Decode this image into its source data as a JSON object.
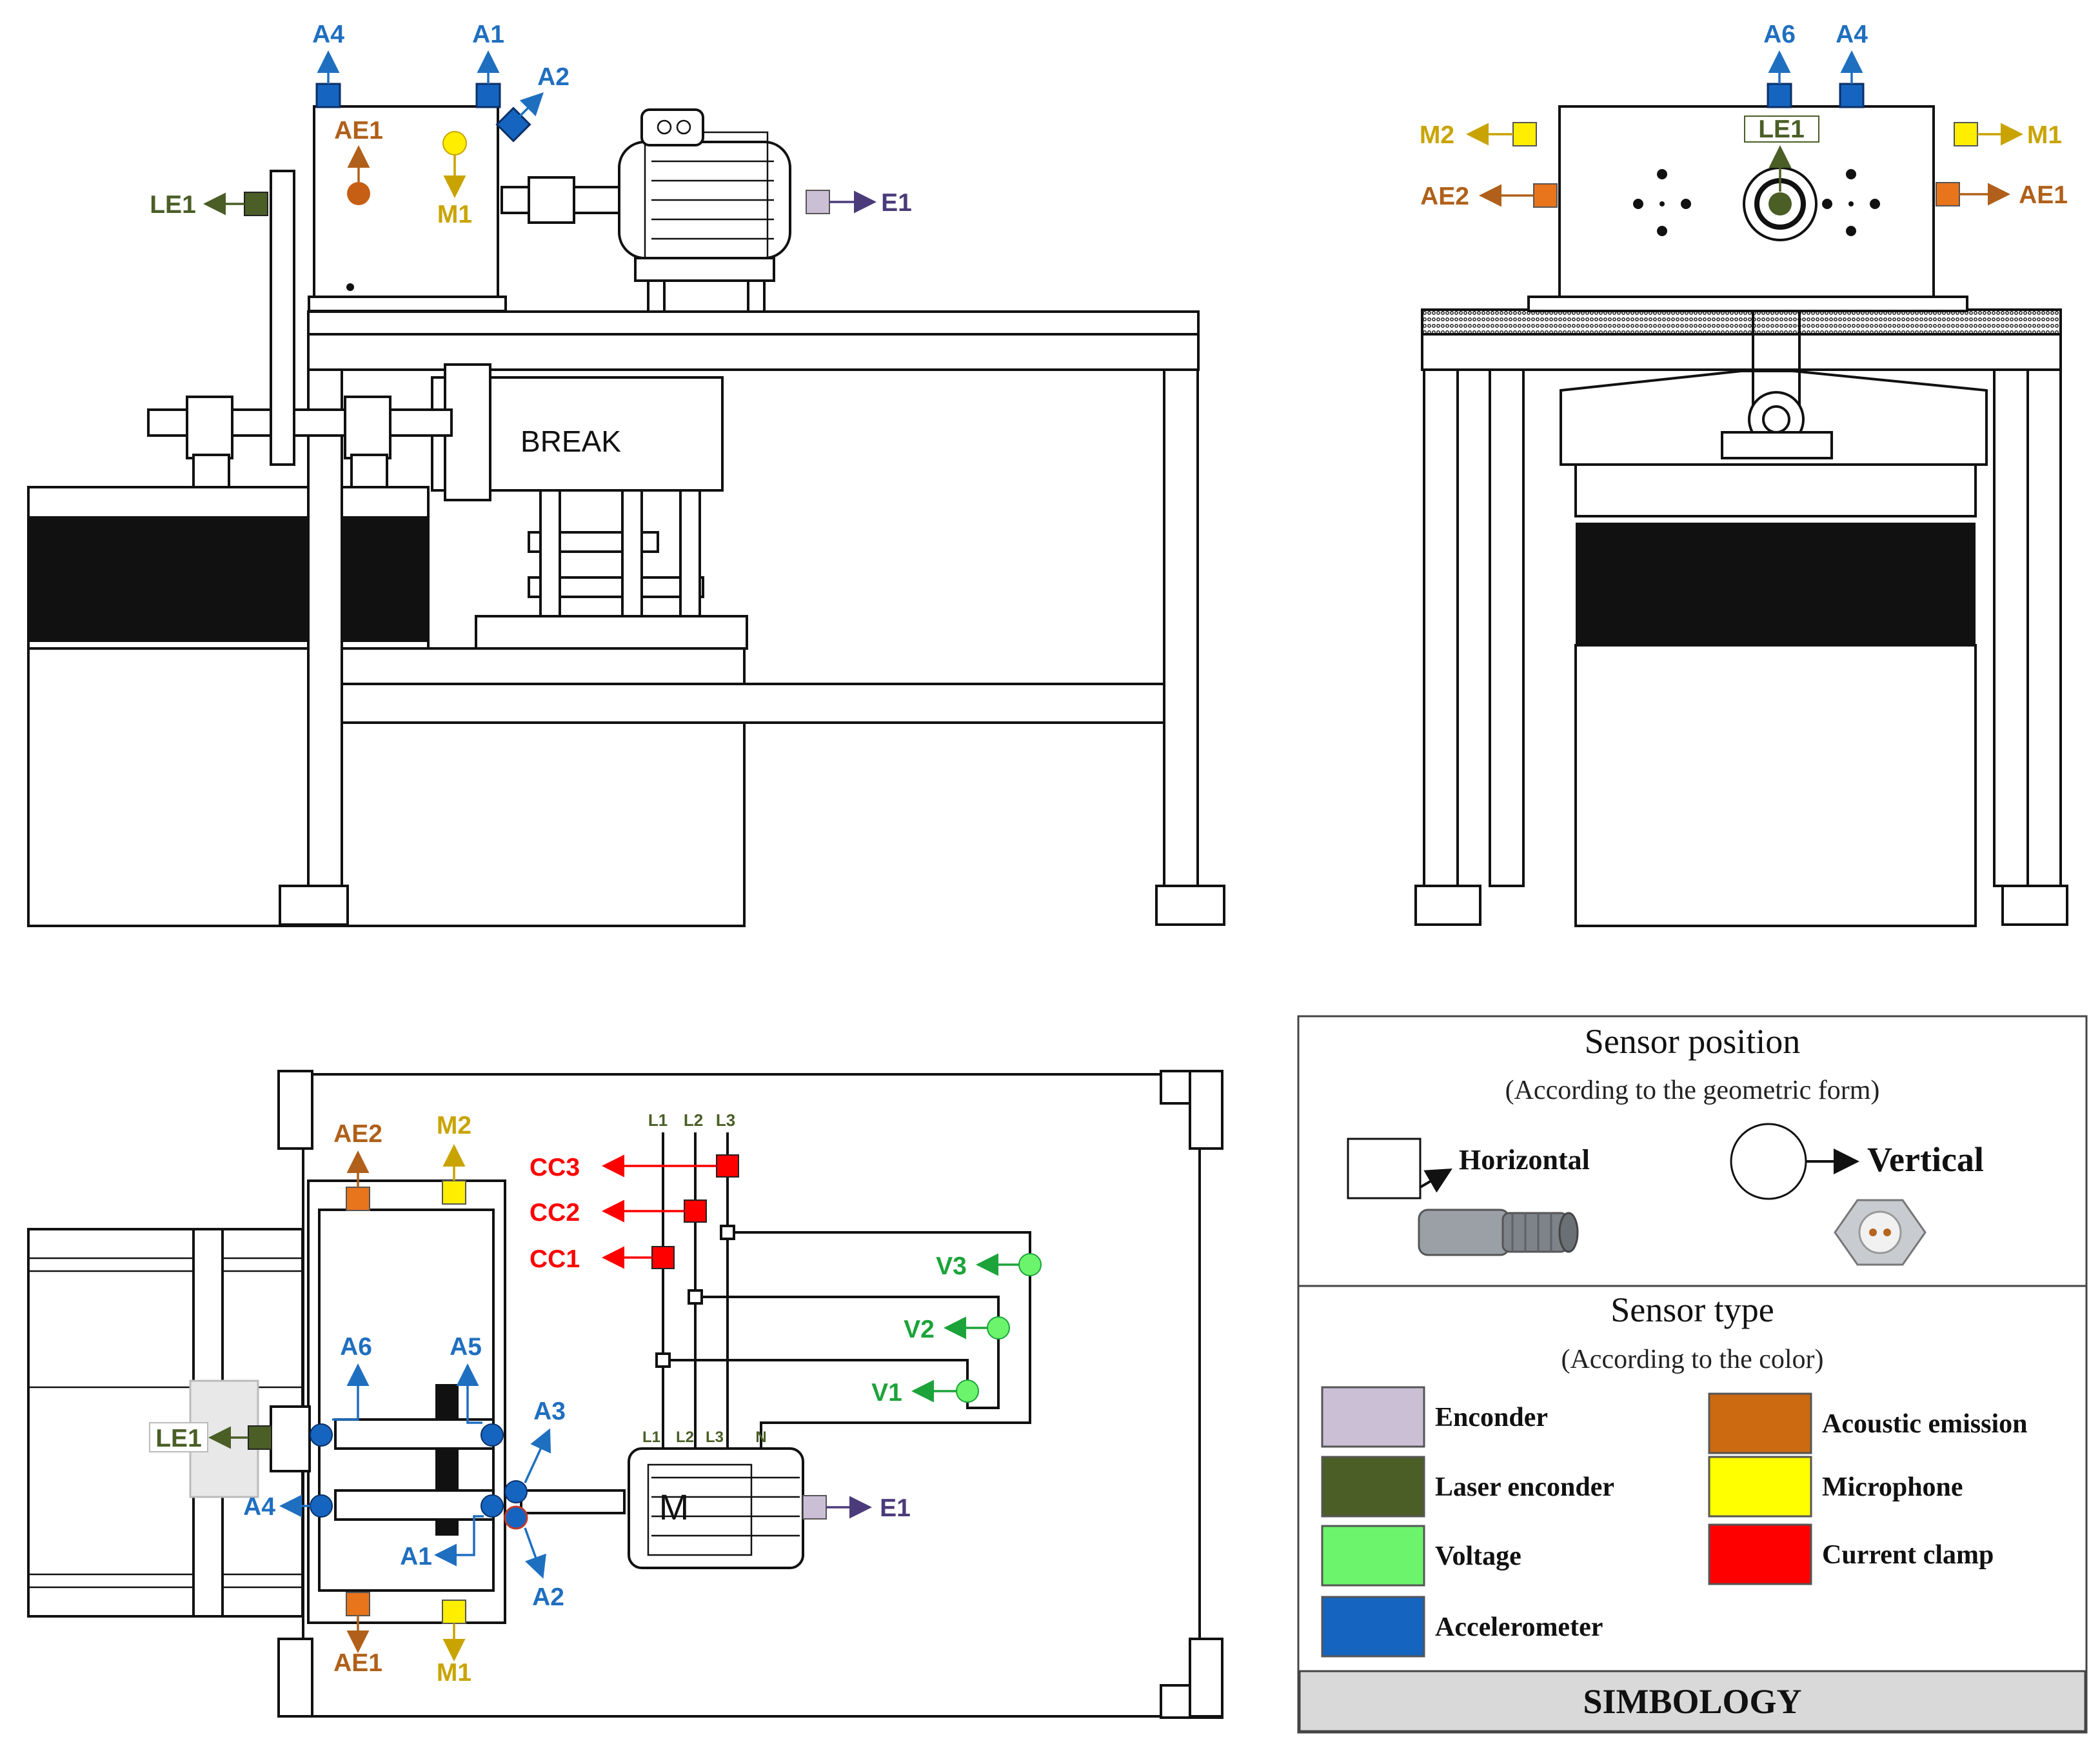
{
  "colors": {
    "accelerometer": "#1565c0",
    "acoustic_emission": "#d86a12",
    "microphone": "#ffee00",
    "laser_encoder": "#4a5e26",
    "encoder": "#cbbfd6",
    "voltage": "#6cf56c",
    "current_clamp": "#ff0000",
    "label_blue": "#1f6fc0",
    "label_brown": "#b0601a",
    "label_gold": "#c9a400",
    "label_green": "#4a5e26",
    "label_purple": "#4b3b7a",
    "label_red": "#ff0000",
    "label_vgreen": "#1ca33a"
  },
  "side_view": {
    "brake_label": "BREAK",
    "sensors": {
      "a4": "A4",
      "a1": "A1",
      "a2": "A2",
      "ae1": "AE1",
      "m1": "M1",
      "le1": "LE1",
      "e1": "E1"
    }
  },
  "front_view": {
    "sensors": {
      "a6": "A6",
      "a4": "A4",
      "m2": "M2",
      "m1": "M1",
      "ae2": "AE2",
      "ae1": "AE1",
      "le1": "LE1"
    }
  },
  "top_view": {
    "sensors": {
      "ae2": "AE2",
      "m2": "M2",
      "ae1": "AE1",
      "m1": "M1",
      "a6": "A6",
      "a5": "A5",
      "a3": "A3",
      "a4": "A4",
      "a1": "A1",
      "a2": "A2",
      "le1": "LE1",
      "e1": "E1",
      "cc1": "CC1",
      "cc2": "CC2",
      "cc3": "CC3",
      "v1": "V1",
      "v2": "V2",
      "v3": "V3"
    },
    "lines_top": [
      "L1",
      "L2",
      "L3"
    ],
    "lines_bottom": [
      "L1",
      "L2",
      "L3",
      "N"
    ],
    "motor_label": "M"
  },
  "legend": {
    "position_title": "Sensor position",
    "position_subtitle": "(According to the geometric form)",
    "horizontal": "Horizontal",
    "vertical": "Vertical",
    "type_title": "Sensor type",
    "type_subtitle": "(According to the color)",
    "types": [
      {
        "label": "Enconder",
        "color": "#cbbfd6"
      },
      {
        "label": "Acoustic emission",
        "color": "#cc6a12"
      },
      {
        "label": "Laser enconder",
        "color": "#4a5e26"
      },
      {
        "label": "Microphone",
        "color": "#ffff00"
      },
      {
        "label": "Voltage",
        "color": "#6cf56c"
      },
      {
        "label": "Current clamp",
        "color": "#ff0000"
      },
      {
        "label": "Accelerometer",
        "color": "#1565c0"
      }
    ],
    "footer": "SIMBOLOGY"
  }
}
